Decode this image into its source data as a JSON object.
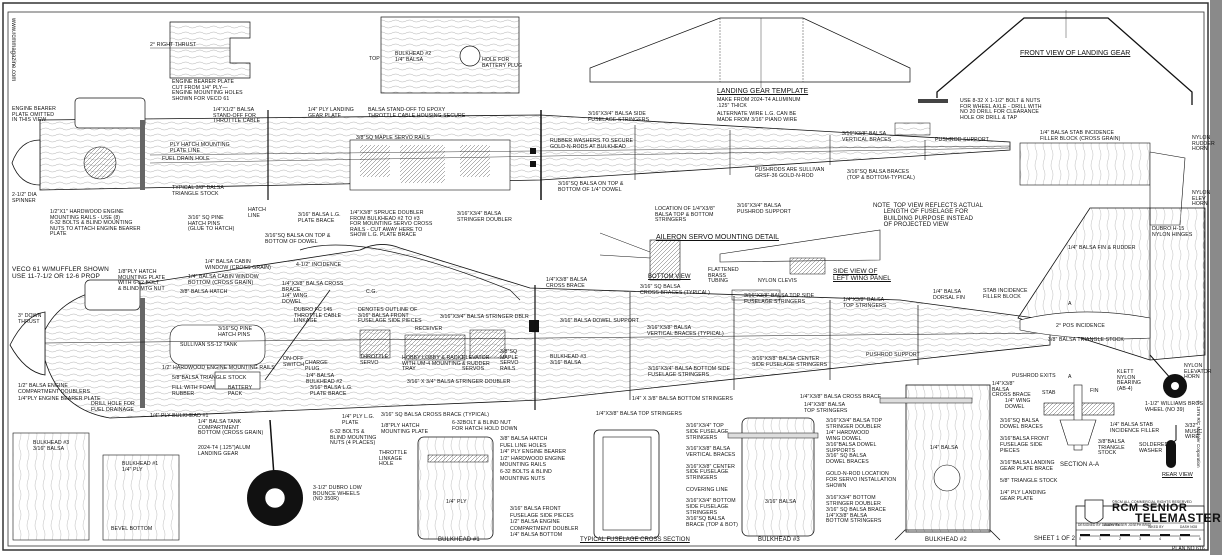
{
  "sheet": {
    "title_line1": "RCM SENIOR",
    "title_line2": "TELEMASTER",
    "copyright": "©RCM ALL COMMERCIAL RIGHTS RESERVED",
    "designed_by_label": "DESIGNED BY DRAWN BY",
    "designer": "ALEX FRASER JOSEPH BRIDI",
    "traced_by_label": "INKED BY",
    "dash_label": "DASH NO8",
    "sheet_label": "SHEET 1 OF 2",
    "plan_no": "PLAN NO 616",
    "website": "www.rcmmagazine.com",
    "side_copyright": "© 1976 R/C Modeler Corporation",
    "scale_ticks": [
      "0",
      "1",
      "2",
      "3",
      "4",
      "5",
      "6"
    ],
    "colors": {
      "ink": "#111111",
      "paper": "#ffffff",
      "frame": "#333333",
      "border_gray": "#8a8a8a"
    }
  },
  "titles": {
    "landing_gear_template": "LANDING GEAR TEMPLATE",
    "front_view_landing_gear": "FRONT VIEW OF LANDING GEAR",
    "aileron_servo_detail": "AILERON SERVO MOUNTING DETAIL",
    "bottom_view": "BOTTOM VIEW",
    "side_view_wing": "SIDE VIEW OF\nLEFT WING PANEL",
    "typical_cross_section": "TYPICAL FUSELAGE CROSS SECTION",
    "bulkhead1": "BULKHEAD #1",
    "bulkhead3": "BULKHEAD #3",
    "bulkhead2": "BULKHEAD #2",
    "section_aa": "SECTION A-A",
    "rear_view": "REAR VIEW"
  },
  "notes": {
    "right_thrust": "2° RIGHT THRUST",
    "engine_bearer_plate": "ENGINE BEARER PLATE\nCUT FROM 1/4\" PLY—\nENGINE MOUNTING HOLES\nSHOWN FOR VECO 61",
    "bulkhead2_top": "TOP",
    "bulkhead2_label": "BULKHEAD #2\n1/4\" BALSA",
    "battery_plug": "HOLE FOR\nBATTERY PLUG",
    "lg_template_note1": "MAKE FROM 2024-T4 ALUMINUM\n.125\" THICK",
    "lg_template_note2": "ALTERNATE WIRE L.G. CAN BE\nMADE FROM 3/16\" PIANO WIRE",
    "axle_bolt": "USE 8-32 X 1-1/2\" BOLT & NUTS\nFOR WHEEL AXLE - DRILL WITH\nNO 20 DRILL FOR CLEARANCE\nHOLE OR DRILL & TAP",
    "engine_bearer_omitted": "ENGINE BEARER\nPLATE OMITTED\nIN THIS VIEW",
    "standoff_throttle": "1/4\"X1/2\" BALSA\nSTAND-OFF FOR\nTHROTTLE CABLE",
    "ply_landing_gear_plate": "1/4\" PLY LANDING\nGEAR PLATE",
    "balsa_standoff_epoxy": "BALSA STAND-OFF TO EPOXY\nTHROTTLE CABLE HOUSING SECURE",
    "side_stringers": "3/16\"X3/4\" BALSA SIDE\nFUSELAGE STRINGERS",
    "ply_hatch_line": "PLY HATCH MOUNTING\nPLATE LINE",
    "fuel_drain": "FUEL DRAIN HOLE",
    "maple_servo_rails": "3/8\"SQ MAPLE SERVO RAILS",
    "rubber_washers": "RUBBER WASHERS TO SECURE\nGOLD-N-RODS AT BULKHEAD",
    "triangle_stock_typ": "TYPICAL 3/8\" BALSA\nTRIANGLE STOCK",
    "balsa_on_dowel": "3/16\"SQ BALSA ON TOP &\nBOTTOM OF 1/4\" DOWEL",
    "spinner": "2-1/2\" DIA\nSPINNER",
    "hardwood_rails": "1/2\"X1\" HARDWOOD ENGINE\nMOUNTING RAILS - USE (8)\n6-32 BOLTS & BLIND MOUNTING\nNUTS TO ATTACH ENGINE BEARER\nPLATE",
    "pine_hatch_pins": "3/16\" SQ PINE\nHATCH PINS\n(GLUE TO HATCH)",
    "hatch_line": "HATCH\nLINE",
    "lg_plate_brace": "3/16\" BALSA L.G.\nPLATE BRACE",
    "spruce_doubler": "1/4\"X3/8\" SPRUCE DOUBLER\nFROM BULKHEAD #2 TO #3\nFOR MOUNTING SERVO CROSS\nRAILS - CUT AWAY HERE TO\nSHOW L.G. PLATE BRACE",
    "stringer_doubler": "3/16\"X3/4\" BALSA\nSTRINGER DOUBLER",
    "location_stringers": "LOCATION OF 1/4\"X3/8\"\nBALSA TOP & BOTTOM\nSTRINGERS",
    "pushrod_support_part": "3/16\"X3/4\" BALSA\nPUSHROD SUPPORT",
    "pushrods": "PUSHRODS ARE SULLIVAN\nGRSF-36 GOLD-N-ROD",
    "vertical_braces": "3/16\"X3/8\" BALSA\nVERTICAL BRACES",
    "sq_braces": "3/16\"SQ BALSA BRACES\n(TOP & BOTTOM-TYPICAL)",
    "pushrod_support": "PUSHROD SUPPORT",
    "stab_filler": "1/4\" BALSA STAB INCIDENCE\nFILLER BLOCK (CROSS GRAIN)",
    "rudder_horn": "NYLON\nRUDDER\nHORN",
    "elev_horn": "NYLON\nELEV\nHORN",
    "top_view_note": "NOTE  TOP VIEW REFLECTS ACTUAL\n      LENGTH OF FUSELAGE FOR\n      BUILDING PURPOSE INSTEAD\n      OF PROJECTED VIEW",
    "nylon_hinges": "DUBRO H-15\nNYLON HINGES",
    "fin_rudder": "1/4\" BALSA FIN & RUDDER",
    "veco": "VECO 61 W/MUFFLER SHOWN\nUSE 11-7-1/2 OR 12-6 PROP",
    "hatch_mounting_plate": "1/8\"PLY HATCH\nMOUNTING PLATE\nWITH 6-32 BOLT\n& BLIND MTG NUT",
    "cabin_window": "1/4\" BALSA CABIN\nWINDOW (CROSS GRAIN)",
    "cabin_window_bottom": "1/4\" BALSA CABIN WINDOW\nBOTTOM (CROSS GRAIN)",
    "balsa_hatch": "3/8\" BALSA HATCH",
    "down_thrust": "3° DOWN\nTHRUST",
    "pine_hatch_pins2": "3/16\"SQ PINE\nHATCH PINS",
    "tank": "SULLIVAN SS-12 TANK",
    "engine_rails": "1/2\" HARDWOOD ENGINE MOUNTING RAILS",
    "triangle_stock_58": "5/8\"BALSA TRIANGLE STOCK",
    "foam_fill": "FILL WITH FOAM\nRUBBER",
    "battery_pack": "BATTERY\nPACK",
    "engine_doublers": "1/2\" BALSA ENGINE\nCOMPARTMENT DOUBLERS",
    "ply_bearer_plate": "1/4\"PLY ENGINE BEARER PLATE",
    "dowel_top": "3/16\"SQ BALSA ON TOP &\nBOTTOM OF DOWEL",
    "incidence": "4-1/2\" INCIDENCE",
    "cross_brace": "1/4\"X3/8\" BALSA CROSS\nBRACE",
    "wing_dowel": "1/4\" WING\nDOWEL",
    "throttle_linkage": "DUBRO FC 145\nTHROTTLE CABLE\nLINKAGE",
    "outline_note": "DENOTES OUTLINE OF\n3/16\" BALSA FRONT\nFUSELAGE SIDE PIECES",
    "cg": "C.G.",
    "receiver": "RECEIVER",
    "throttle_servo": "THROTTLE\nSERVO",
    "radio": "HOBBY LOBBY & RADIO\nWITH UM-4 MOUNTING\nTRAY",
    "elev_servos": "ELEVATOR\n& RUDDER\nSERVOS",
    "maple_rails2": "3/8\"SQ\nMAPLE\nSERVO\nRAILS",
    "stringer_dblr": "3/16\"X3/4\" BALSA STRINGER DBLR",
    "cross_brace2": "1/4\"X3/8\" BALSA\nCROSS BRACE",
    "dowel_support": "3/16\" BALSA DOWEL SUPPORT",
    "bulkhead3_label": "BULKHEAD #3\n3/16\" BALSA",
    "on_off": "ON-OFF\nSWITCH",
    "charge_plug": "CHARGE\nPLUG",
    "bulkhead2_side": "1/4\" BALSA\nBULKHEAD #2",
    "lg_brace2": "3/16\" BALSA L.G.\nPLATE BRACE",
    "stringer_doubler2": "3/16\" X 3/4\" BALSA STRINGER DOUBLER",
    "cross_braces_typ": "3/16\" SQ BALSA\nCROSS BRACES (TYPICAL)",
    "top_side_stringers": "3/16\"X3/8\" BALSA TOP SIDE\nFUSELAGE STRINGERS",
    "top_stringers": "1/4\"X3/8\" BALSA\nTOP STRINGERS",
    "vert_braces_typ": "3/16\"X3/8\" BALSA\nVERTICAL BRACES (TYPICAL)",
    "center_stringers": "3/16\"X3/8\" BALSA CENTER\nSIDE FUSELAGE STRINGERS",
    "bottom_side_stringers": "3/16\"X3/4\" BALSA BOTTOM SIDE\nFUSELAGE STRINGERS",
    "dorsal_fin": "1/4\" BALSA\nDORSAL FIN",
    "stab_filler2": "STAB INCIDENCE\nFILLER BLOCK",
    "pos_incidence": "2° POS INCIDENCE",
    "triangle_stock_stab": "3/8\" BALSA TRIANGLE STOCK",
    "pushrod_exits": "PUSHROD EXITS",
    "klett": "KLETT\nNYLON\nBEARING\n(AB-4)",
    "elevator_horn": "NYLON\nELEVATOR\nHORN",
    "tail_wheel": "1-1/2\" WILLIAMS BROS\nWHEEL (NO 39)",
    "flattened_tubing": "FLATTENED\nBRASS\nTUBING",
    "nylon_clevis": "NYLON CLEVIS",
    "fuel_drainage": "DRILL HOLE FOR\nFUEL DRAINAGE",
    "ply_bulkhead1": "1/4\" PLY BULKHEAD #1",
    "tank_bottom": "1/4\" BALSA TANK\nCOMPARTMENT\nBOTTOM (CROSS GRAIN)",
    "alum_gear": "2024-T4 (.125\")ALUM\nLANDING GEAR",
    "ply_lg_plate": "1/4\" PLY L.G.\nPLATE",
    "blind_nuts": "6-32 BOLTS &\nBLIND MOUNTING\nNUTS (4 PLACES)",
    "cross_brace_typ": "3/16\" SQ BALSA CROSS BRACE (TYPICAL)",
    "bottom_stringers": "1/4\" X 3/8\" BALSA BOTTOM STRINGERS",
    "main_wheels": "3-1/2\" DUBRO LOW\nBOUNCE WHEELS\n(NO 350R)",
    "bh3_plate": "BULKHEAD #3\n3/16\" BALSA",
    "bh1_plate": "BULKHEAD #1\n1/4\" PLY",
    "bevel": "BEVEL BOTTOM",
    "b1_hatch_plate": "1/8\"PLY HATCH\nMOUNTING PLATE",
    "b1_bolt": "6-32BOLT & BLIND NUT\nFOR HATCH HOLD DOWN",
    "b1_throttle_hole": "THROTTLE\nLINKAGE\nHOLE",
    "b1_items": "3/8\" BALSA HATCH\nFUEL LINE HOLES\n1/4\" PLY ENGINE BEARER\n1/2\" HARDWOOD ENGINE\nMOUNTING RAILS\n6-32 BOLTS & BLIND\nMOUNTING NUTS",
    "b1_ply": "1/4\" PLY",
    "b1_items2": "3/16\" BALSA FRONT\nFUSELAGE SIDE PIECES\n1/2\" BALSA ENGINE\nCOMPARTMENT DOUBLER\n1/4\" BALSA BOTTOM",
    "cs_top_stringers": "1/4\"X3/8\" BALSA TOP STRINGERS",
    "cs_items": "3/16\"X3/4\" TOP\nSIDE FUSELAGE\nSTRINGERS\n\n3/16\"X3/8\" BALSA\nVERTICAL BRACES\n\n3/16\"X3/8\" CENTER\nSIDE FUSELAGE\nSTRINGERS\n\nCOVERING LINE\n\n3/16\"X3/4\" BOTTOM\nSIDE FUSELAGE\nSTRINGERS\n3/16\"SQ BALSA\nBRACE (TOP & BOT)",
    "b3_cross": "1/4\"X3/8\" BALSA CROSS BRACE",
    "b3_top": "1/4\"X3/8\" BALSA\nTOP STRINGERS",
    "b3_balsa": "3/16\" BALSA",
    "b3_items": "3/16\"X3/4\" BALSA TOP\nSTRINGER DOUBLER\n1/4\" HARDWOOD\nWING DOWEL\n3/16\"BALSA DOWEL\nSUPPORTS\n3/16\" SQ BALSA\nDOWEL BRACES\n\nGOLD-N-ROD LOCATION\nFOR SERVO INSTALLATION\nSHOWN\n\n3/16\"X3/4\" BOTTOM\nSTRINGER DOUBLER\n3/16\" SQ BALSA BRACE\n1/4\"X3/8\" BALSA\nBOTTOM STRINGERS",
    "b2_cross": "1/4\"X3/8\"\nBALSA\nCROSS BRACE",
    "b2_dowel": "1/4\" WING\nDOWEL",
    "b2_balsa": "1/4\" BALSA",
    "b2_items": "3/16\"SQ BALSA\nDOWEL BRACES\n\n3/16\"BALSA FRONT\nFUSELAGE SIDE\nPIECES\n\n3/16\"BALSA LANDING\nGEAR PLATE BRACE\n\n5/8\" TRIANGLE STOCK\n\n1/4\" PLY LANDING\nGEAR PLATE",
    "sec_stab": "STAB",
    "sec_fin": "FIN",
    "sec_filler": "1/4\" BALSA STAB\nINCIDENCE FILLER",
    "sec_triangle": "3/8\"BALSA\nTRIANGLE\nSTOCK",
    "music_wire": "3/32\"\nMUSIC\nWIRE",
    "soldered_washer": "SOLDERED\nWASHER",
    "section_mark": "A"
  }
}
